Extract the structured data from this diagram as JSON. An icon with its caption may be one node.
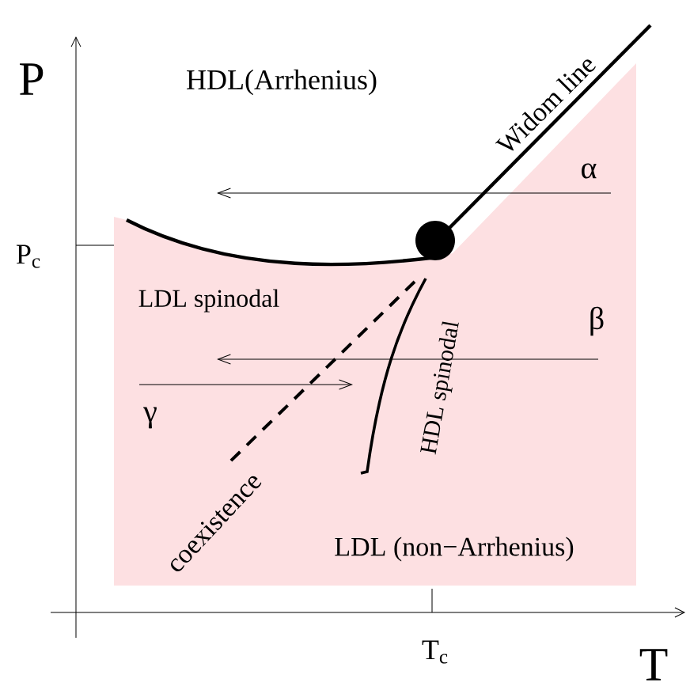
{
  "diagram": {
    "labels": [
      "P",
      "HDL(Arrhenius)",
      "Widom line",
      "α",
      "P$_{c}$",
      "LDL spinodal",
      "β",
      "γ",
      "HDL spinodal",
      "coexistence",
      "LDL (non−Arrhenius)",
      "T$_{c}$",
      "T"
    ]
  }
}
